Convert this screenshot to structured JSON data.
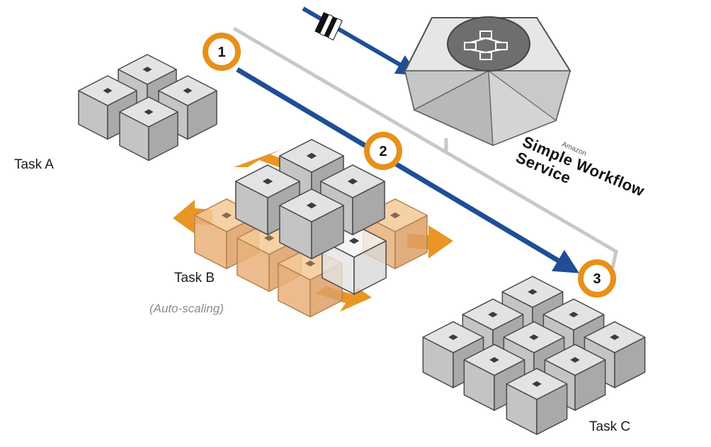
{
  "labels": {
    "task_a": "Task A",
    "task_b": "Task B",
    "task_b_sub": "(Auto-scaling)",
    "task_c": "Task C"
  },
  "service": {
    "brand": "Amazon",
    "name_line1": "Simple Workflow",
    "name_line2": "Service"
  },
  "steps": [
    "1",
    "2",
    "3"
  ],
  "colors": {
    "flow_arrow": "#1f4e96",
    "step_ring": "#e8901a",
    "scaling_arrow": "#e8901a",
    "cube": "#cfcfcf",
    "guide_line": "#c8c8c8"
  }
}
